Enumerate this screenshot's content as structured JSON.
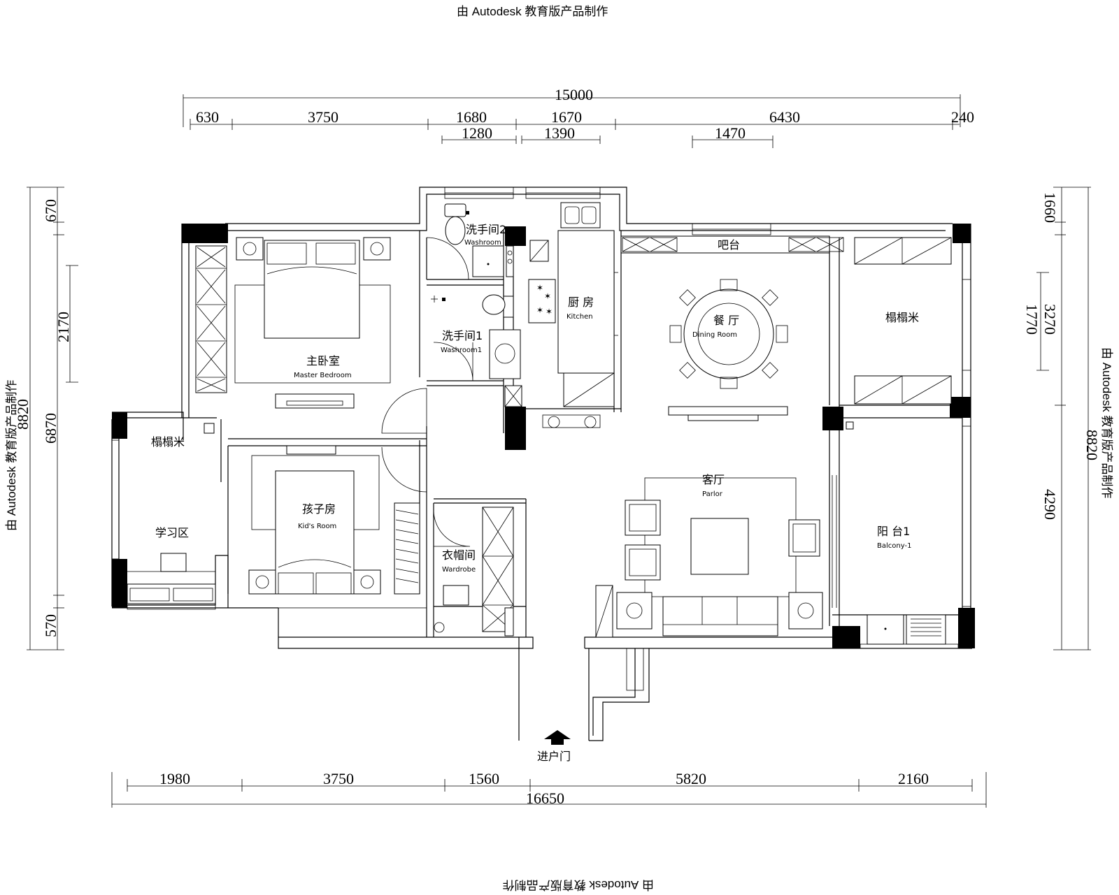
{
  "watermark": {
    "text": "由 Autodesk 教育版产品制作"
  },
  "dimensions": {
    "top_total": "15000",
    "top_row": [
      "630",
      "3750",
      "1680",
      "1670",
      "6430",
      "240"
    ],
    "top_sub": [
      "1280",
      "1390",
      "1470"
    ],
    "bottom_row": [
      "1980",
      "3750",
      "1560",
      "5820",
      "2160"
    ],
    "bottom_total": "16650",
    "left_total": "8820",
    "left_row": [
      "670",
      "6870",
      "570"
    ],
    "left_sub": "2170",
    "right_total": "8820",
    "right_row": [
      "1660",
      "3270",
      "4290"
    ],
    "right_sub": "1770"
  },
  "rooms": {
    "master_bedroom": {
      "cn": "主卧室",
      "en": "Master Bedroom"
    },
    "washroom2": {
      "cn": "洗手间2",
      "en": "Washroom"
    },
    "washroom1": {
      "cn": "洗手间1",
      "en": "Washroom1"
    },
    "kitchen": {
      "cn": "厨 房",
      "en": "Kitchen"
    },
    "bar": {
      "cn": "吧台"
    },
    "dining": {
      "cn": "餐 厅",
      "en": "Dining Room"
    },
    "tatami_right": {
      "cn": "榻榻米"
    },
    "tatami_left": {
      "cn": "榻榻米"
    },
    "study": {
      "cn": "学习区"
    },
    "kids_room": {
      "cn": "孩子房",
      "en": "Kid's Room"
    },
    "wardrobe": {
      "cn": "衣帽间",
      "en": "Wardrobe"
    },
    "parlor": {
      "cn": "客厅",
      "en": "Parlor"
    },
    "balcony": {
      "cn": "阳 台1",
      "en": "Balcony-1"
    },
    "entrance": {
      "cn": "进户门"
    }
  }
}
